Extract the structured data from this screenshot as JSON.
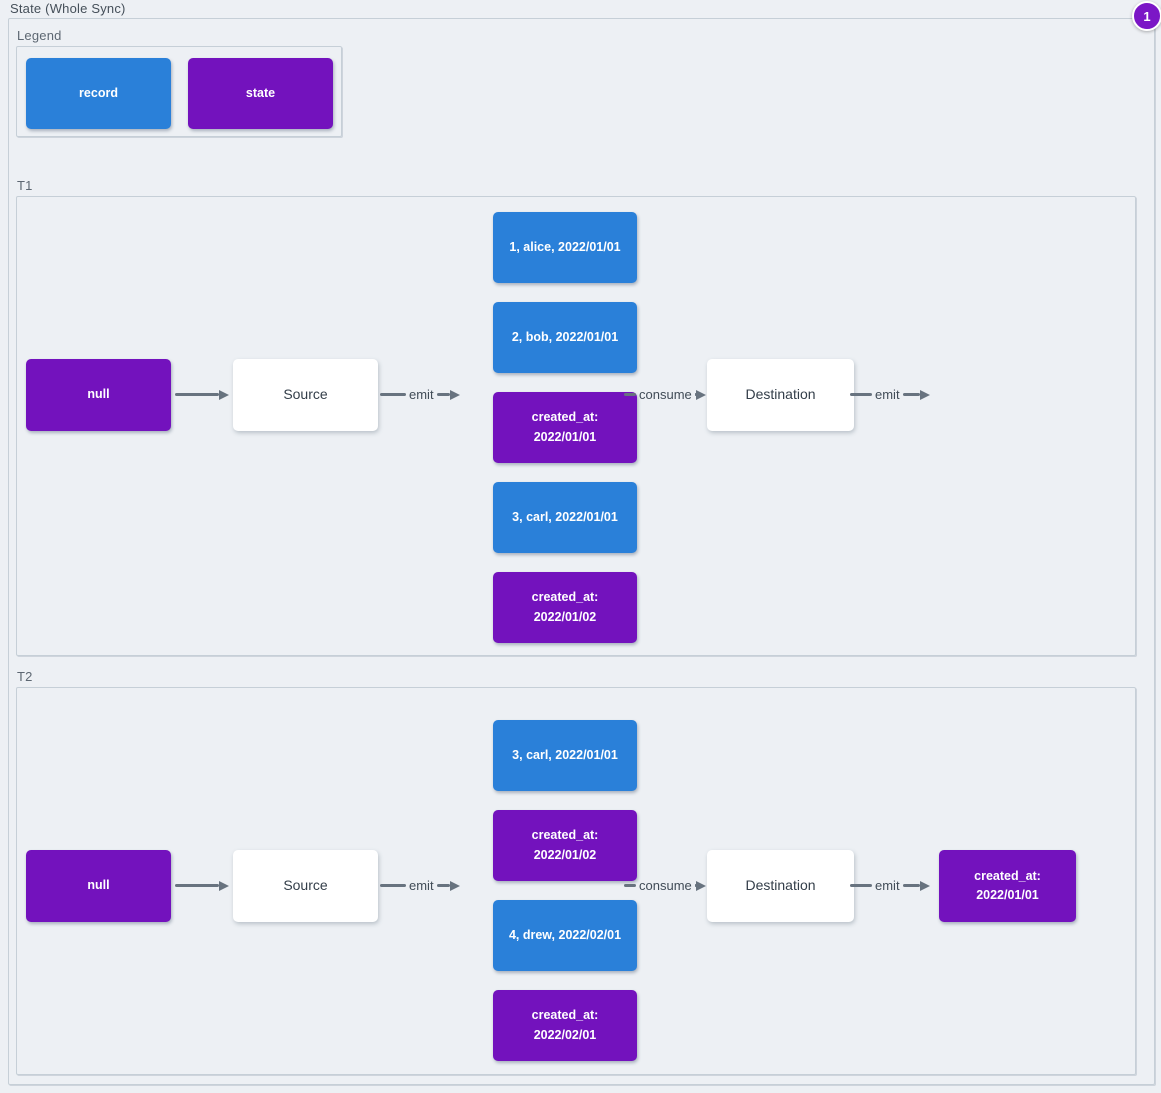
{
  "title": "State (Whole Sync)",
  "badge": {
    "value": "1",
    "color": "#7b16c6"
  },
  "colors": {
    "record": "#2a80d9",
    "state": "#7312bd"
  },
  "legend": {
    "label": "Legend",
    "items": [
      {
        "type": "record",
        "label": "record"
      },
      {
        "type": "state",
        "label": "state"
      }
    ]
  },
  "sections": [
    {
      "label": "T1",
      "input": {
        "type": "state",
        "text": "null"
      },
      "source": "Source",
      "destination": "Destination",
      "arrows": {
        "emit_in": "emit",
        "consume": "consume",
        "emit_out": "emit"
      },
      "stack": [
        {
          "type": "record",
          "text": "1, alice, 2022/01/01"
        },
        {
          "type": "record",
          "text": "2, bob, 2022/01/01"
        },
        {
          "type": "state",
          "text": "created_at:\n2022/01/01"
        },
        {
          "type": "record",
          "text": "3, carl, 2022/01/01"
        },
        {
          "type": "state",
          "text": "created_at:\n2022/01/02"
        }
      ],
      "output": null
    },
    {
      "label": "T2",
      "input": {
        "type": "state",
        "text": "null"
      },
      "source": "Source",
      "destination": "Destination",
      "arrows": {
        "emit_in": "emit",
        "consume": "consume",
        "emit_out": "emit"
      },
      "stack": [
        {
          "type": "record",
          "text": "3, carl, 2022/01/01"
        },
        {
          "type": "state",
          "text": "created_at:\n2022/01/02"
        },
        {
          "type": "record",
          "text": "4, drew, 2022/02/01"
        },
        {
          "type": "state",
          "text": "created_at:\n2022/02/01"
        }
      ],
      "output": {
        "type": "state",
        "text": "created_at:\n2022/01/01"
      }
    }
  ]
}
